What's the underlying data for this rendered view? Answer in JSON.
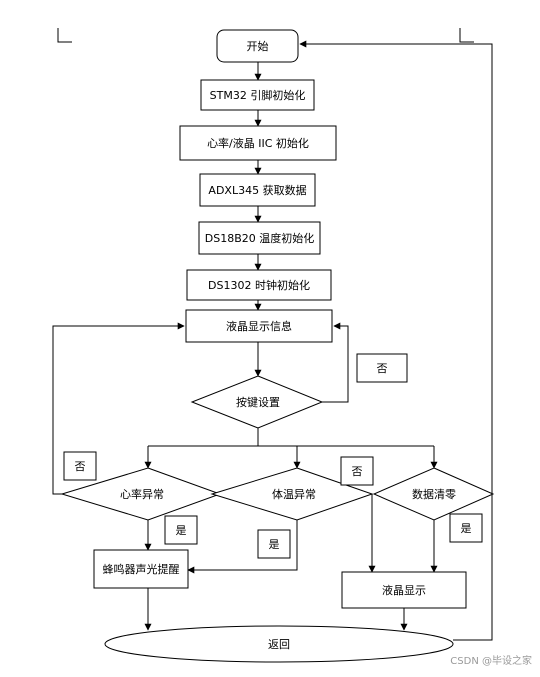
{
  "flowchart": {
    "start": "开始",
    "stm32_init": "STM32 引脚初始化",
    "hr_lcd_iic_init": "心率/液晶 IIC 初始化",
    "adxl_data": "ADXL345 获取数据",
    "ds18b20_init": "DS18B20 温度初始化",
    "ds1302_init": "DS1302 时钟初始化",
    "lcd_info": "液晶显示信息",
    "key_setting": "按键设置",
    "heart_abnormal": "心率异常",
    "temp_abnormal": "体温异常",
    "data_clear": "数据清零",
    "buzzer_alarm": "蜂鸣器声光提醒",
    "lcd_display": "液晶显示",
    "return": "返回",
    "no_labels": [
      "否",
      "否",
      "否"
    ],
    "yes_labels": [
      "是",
      "是",
      "是"
    ]
  },
  "watermark": "CSDN @毕设之家"
}
